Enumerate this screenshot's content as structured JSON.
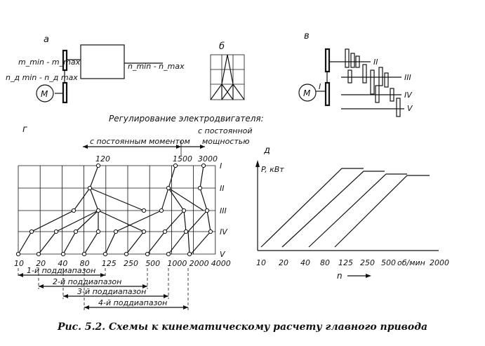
{
  "caption": "Рис. 5.2. Схемы к кинематическому расчету главного привода",
  "panel_a": {
    "label": "а",
    "label_top": "m_min - m_max",
    "label_bottom": "n_д min - n_д max",
    "label_right": "n_min - n_max",
    "motor": "М"
  },
  "panel_b": {
    "label": "б"
  },
  "panel_v": {
    "label": "в",
    "motor": "М",
    "shafts": [
      "I",
      "II",
      "III",
      "IV",
      "V"
    ]
  },
  "panel_g": {
    "label": "г",
    "regulation_title": "Регулирование электродвигателя:",
    "const_moment": "с постоянным моментом",
    "const_power_line1": "с постоянной",
    "const_power_line2": "мощностью",
    "top_speeds": [
      "120",
      "1500",
      "3000"
    ],
    "shaft_labels": [
      "I",
      "II",
      "III",
      "IV",
      "V"
    ],
    "x_ticks": [
      "10",
      "20",
      "40",
      "80",
      "125",
      "250",
      "500",
      "1000",
      "2000",
      "4000"
    ],
    "subranges": [
      "1-й поддиапазон",
      "2-й поддиапазон",
      "3-й поддиапазон",
      "4-й поддиапазон"
    ]
  },
  "panel_d": {
    "label": "д",
    "y_label": "P, кВт",
    "x_label": "n",
    "x_ticks": [
      "10",
      "20",
      "40",
      "80",
      "125",
      "250",
      "500",
      "об/мин",
      "2000"
    ]
  }
}
